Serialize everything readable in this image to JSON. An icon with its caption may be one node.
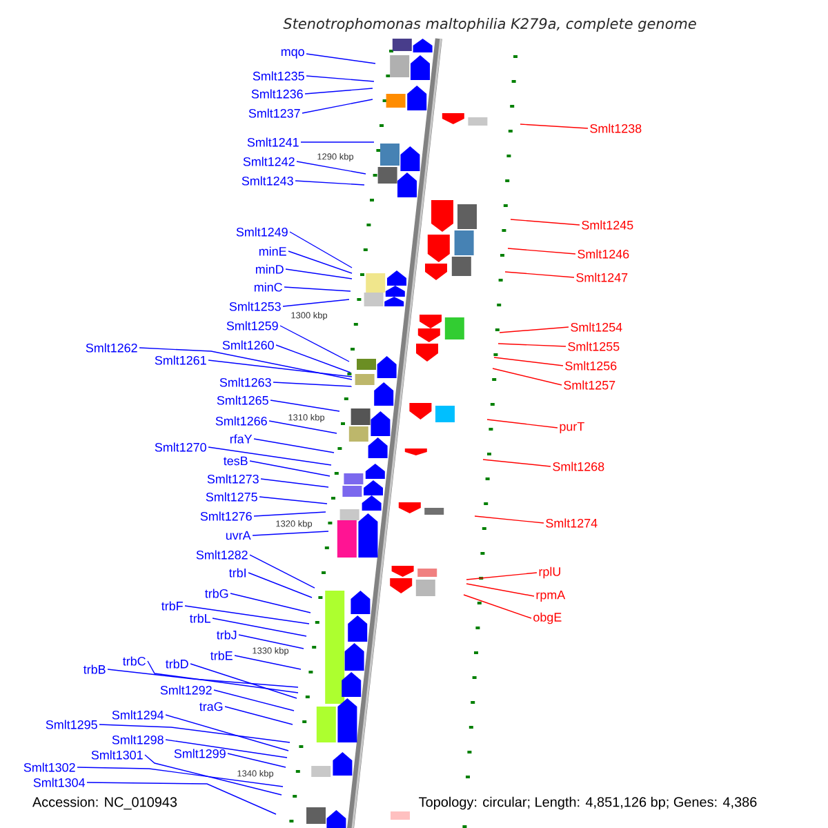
{
  "diagram": {
    "title": "Stenotrophomonas maltophilia K279a, complete genome",
    "nodes": [
      {
        "text": [
          "mqo"
        ]
      },
      {
        "text": [
          "Smlt1235"
        ]
      },
      {
        "text": [
          "Smlt1236"
        ]
      },
      {
        "text": [
          "Smlt1237"
        ]
      },
      {
        "text": [
          "Smlt1241"
        ]
      },
      {
        "text": [
          "Smlt1242"
        ]
      },
      {
        "text": [
          "Smlt1243"
        ]
      },
      {
        "text": [
          "Smlt1249"
        ]
      },
      {
        "text": [
          "minE"
        ]
      },
      {
        "text": [
          "minD"
        ]
      },
      {
        "text": [
          "minC"
        ]
      },
      {
        "text": [
          "Smlt1253"
        ]
      },
      {
        "text": [
          "Smlt1259"
        ]
      },
      {
        "text": [
          "Smlt1260"
        ]
      },
      {
        "text": [
          "Smlt1262"
        ]
      },
      {
        "text": [
          "Smlt1261"
        ]
      },
      {
        "text": [
          "Smlt1263"
        ]
      },
      {
        "text": [
          "Smlt1265"
        ]
      },
      {
        "text": [
          "Smlt1266"
        ]
      },
      {
        "text": [
          "rfaY"
        ]
      },
      {
        "text": [
          "Smlt1270"
        ]
      },
      {
        "text": [
          "tesB"
        ]
      },
      {
        "text": [
          "Smlt1273"
        ]
      },
      {
        "text": [
          "Smlt1275"
        ]
      },
      {
        "text": [
          "Smlt1276"
        ]
      },
      {
        "text": [
          "uvrA"
        ]
      },
      {
        "text": [
          "Smlt1282"
        ]
      },
      {
        "text": [
          "trbI"
        ]
      },
      {
        "text": [
          "trbG"
        ]
      },
      {
        "text": [
          "trbF"
        ]
      },
      {
        "text": [
          "trbL"
        ]
      },
      {
        "text": [
          "trbJ"
        ]
      },
      {
        "text": [
          "trbE"
        ]
      },
      {
        "text": [
          "trbB"
        ]
      },
      {
        "text": [
          "trbC"
        ]
      },
      {
        "text": [
          "trbD"
        ]
      },
      {
        "text": [
          "Smlt1292"
        ]
      },
      {
        "text": [
          "traG"
        ]
      },
      {
        "text": [
          "Smlt1295"
        ]
      },
      {
        "text": [
          "Smlt1294"
        ]
      },
      {
        "text": [
          "Smlt1298"
        ]
      },
      {
        "text": [
          "Smlt1299"
        ]
      },
      {
        "text": [
          "Smlt1302"
        ]
      },
      {
        "text": [
          "Smlt1301"
        ]
      },
      {
        "text": [
          "Smlt1304"
        ]
      },
      {
        "text": [
          "Smlt1238"
        ]
      },
      {
        "text": [
          "Smlt1245"
        ]
      },
      {
        "text": [
          "Smlt1246"
        ]
      },
      {
        "text": [
          "Smlt1247"
        ]
      },
      {
        "text": [
          "Smlt1254"
        ]
      },
      {
        "text": [
          "Smlt1255"
        ]
      },
      {
        "text": [
          "Smlt1256"
        ]
      },
      {
        "text": [
          "Smlt1257"
        ]
      },
      {
        "text": [
          "purT"
        ]
      },
      {
        "text": [
          "Smlt1268"
        ]
      },
      {
        "text": [
          "Smlt1274"
        ]
      },
      {
        "text": [
          "rplU"
        ]
      },
      {
        "text": [
          "rpmA"
        ]
      },
      {
        "text": [
          "obgE"
        ]
      }
    ],
    "edges": [
      {
        "from": 0,
        "to": null,
        "arrow": "none"
      },
      {
        "from": 1,
        "to": null,
        "arrow": "none"
      },
      {
        "from": 2,
        "to": null,
        "arrow": "none"
      },
      {
        "from": 3,
        "to": null,
        "arrow": "none"
      },
      {
        "from": 4,
        "to": null,
        "arrow": "none"
      },
      {
        "from": 5,
        "to": null,
        "arrow": "none"
      },
      {
        "from": 6,
        "to": null,
        "arrow": "none"
      },
      {
        "from": 7,
        "to": null,
        "arrow": "none"
      },
      {
        "from": 8,
        "to": null,
        "arrow": "none"
      },
      {
        "from": 9,
        "to": null,
        "arrow": "none"
      },
      {
        "from": 10,
        "to": null,
        "arrow": "none"
      },
      {
        "from": 11,
        "to": null,
        "arrow": "none"
      },
      {
        "from": 12,
        "to": null,
        "arrow": "none"
      },
      {
        "from": 13,
        "to": null,
        "arrow": "none"
      },
      {
        "from": 14,
        "to": null,
        "arrow": "none"
      },
      {
        "from": 15,
        "to": null,
        "arrow": "none"
      },
      {
        "from": 16,
        "to": null,
        "arrow": "none"
      },
      {
        "from": 17,
        "to": null,
        "arrow": "none"
      },
      {
        "from": 18,
        "to": null,
        "arrow": "none"
      },
      {
        "from": 19,
        "to": null,
        "arrow": "none"
      },
      {
        "from": 20,
        "to": null,
        "arrow": "none"
      },
      {
        "from": 21,
        "to": null,
        "arrow": "none"
      },
      {
        "from": 22,
        "to": null,
        "arrow": "none"
      },
      {
        "from": 23,
        "to": null,
        "arrow": "none"
      },
      {
        "from": 24,
        "to": null,
        "arrow": "none"
      },
      {
        "from": 25,
        "to": null,
        "arrow": "none"
      },
      {
        "from": 26,
        "to": null,
        "arrow": "none"
      },
      {
        "from": 27,
        "to": null,
        "arrow": "none"
      },
      {
        "from": 28,
        "to": null,
        "arrow": "none"
      },
      {
        "from": 29,
        "to": null,
        "arrow": "none"
      },
      {
        "from": 30,
        "to": null,
        "arrow": "none"
      },
      {
        "from": 31,
        "to": null,
        "arrow": "none"
      },
      {
        "from": 32,
        "to": null,
        "arrow": "none"
      },
      {
        "from": 33,
        "to": null,
        "arrow": "none"
      },
      {
        "from": 34,
        "to": null,
        "arrow": "none"
      },
      {
        "from": 35,
        "to": null,
        "arrow": "none"
      },
      {
        "from": 36,
        "to": null,
        "arrow": "none"
      },
      {
        "from": 37,
        "to": null,
        "arrow": "none"
      },
      {
        "from": 38,
        "to": null,
        "arrow": "none"
      },
      {
        "from": 39,
        "to": null,
        "arrow": "none"
      },
      {
        "from": 40,
        "to": null,
        "arrow": "none"
      },
      {
        "from": 41,
        "to": null,
        "arrow": "none"
      },
      {
        "from": 42,
        "to": null,
        "arrow": "none"
      },
      {
        "from": 43,
        "to": null,
        "arrow": "none"
      },
      {
        "from": 44,
        "to": null,
        "arrow": "none"
      },
      {
        "from": 45,
        "to": null,
        "arrow": "none",
        "color": "#ff0000"
      },
      {
        "from": 46,
        "to": null,
        "arrow": "none",
        "color": "#ff0000"
      },
      {
        "from": 47,
        "to": null,
        "arrow": "none",
        "color": "#ff0000"
      },
      {
        "from": 48,
        "to": null,
        "arrow": "none",
        "color": "#ff0000"
      },
      {
        "from": 49,
        "to": null,
        "arrow": "none",
        "color": "#ff0000"
      },
      {
        "from": 50,
        "to": null,
        "arrow": "none",
        "color": "#ff0000"
      },
      {
        "from": 51,
        "to": null,
        "arrow": "none",
        "color": "#ff0000"
      },
      {
        "from": 52,
        "to": null,
        "arrow": "none",
        "color": "#ff0000"
      },
      {
        "from": 53,
        "to": null,
        "arrow": "none",
        "color": "#ff0000"
      },
      {
        "from": 54,
        "to": null,
        "arrow": "none",
        "color": "#ff0000"
      },
      {
        "from": 55,
        "to": null,
        "arrow": "none",
        "color": "#ff0000"
      },
      {
        "from": 56,
        "to": null,
        "arrow": "none",
        "color": "#ff0000"
      },
      {
        "from": 57,
        "to": null,
        "arrow": "none",
        "color": "#ff0000"
      },
      {
        "from": 58,
        "to": null,
        "arrow": "none",
        "color": "#ff0000"
      }
    ],
    "labels": [
      "1290 kbp",
      "1300 kbp",
      "1310 kbp",
      "1320 kbp",
      "1330 kbp",
      "1340 kbp",
      "Accession: NC_010943",
      "Topology: circular; Length: 4,851,126 bp; Genes: 4,386"
    ]
  }
}
